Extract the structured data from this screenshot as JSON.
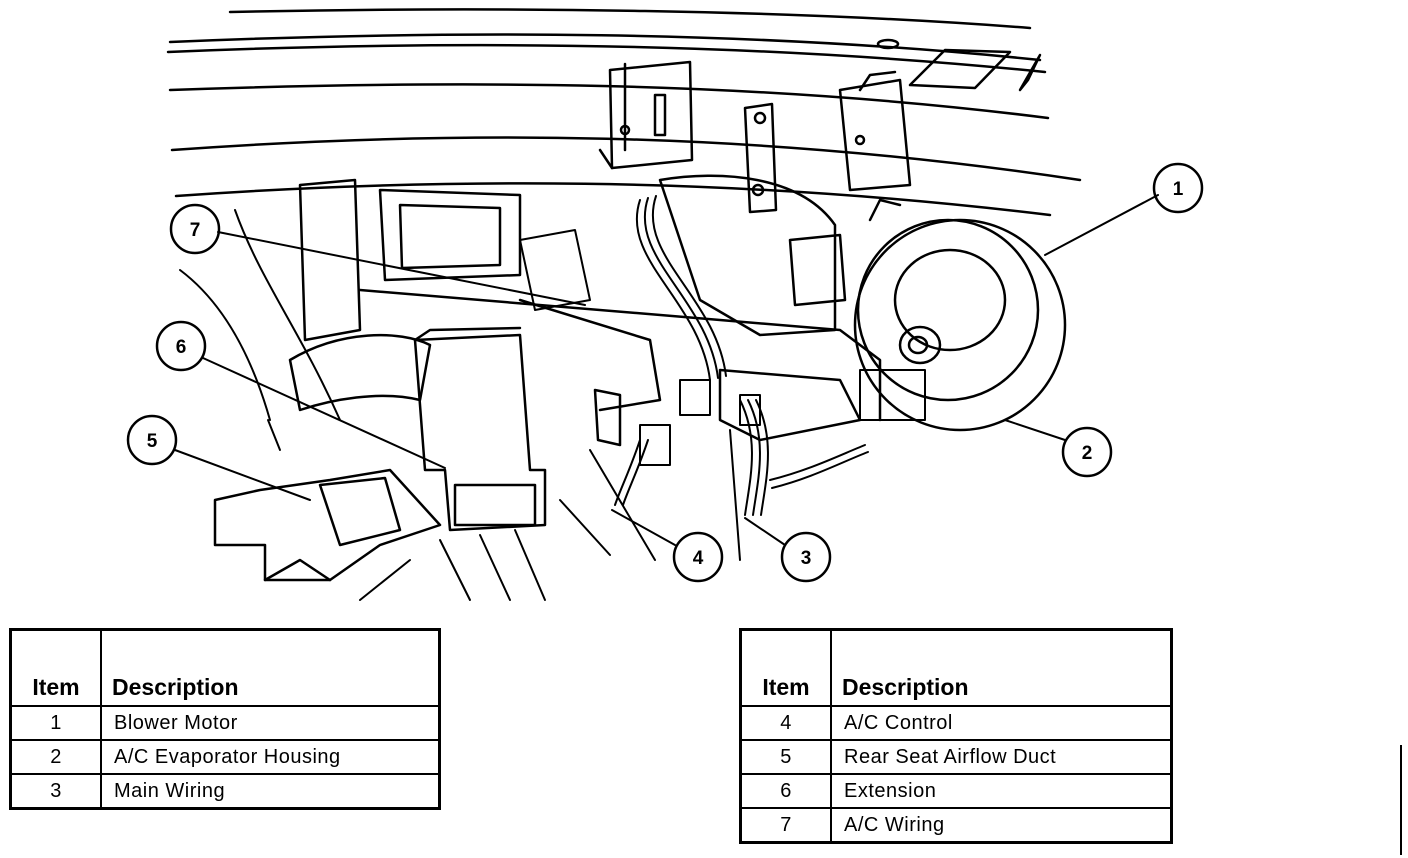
{
  "callouts": [
    "1",
    "2",
    "3",
    "4",
    "5",
    "6",
    "7"
  ],
  "legend_left": {
    "header_item": "Item",
    "header_description": "Description",
    "rows": [
      {
        "item": "1",
        "description": "Blower Motor"
      },
      {
        "item": "2",
        "description": "A/C Evaporator Housing"
      },
      {
        "item": "3",
        "description": "Main Wiring"
      }
    ]
  },
  "legend_right": {
    "header_item": "Item",
    "header_description": "Description",
    "rows": [
      {
        "item": "4",
        "description": "A/C Control"
      },
      {
        "item": "5",
        "description": "Rear Seat Airflow Duct"
      },
      {
        "item": "6",
        "description": "Extension"
      },
      {
        "item": "7",
        "description": "A/C Wiring"
      }
    ]
  }
}
